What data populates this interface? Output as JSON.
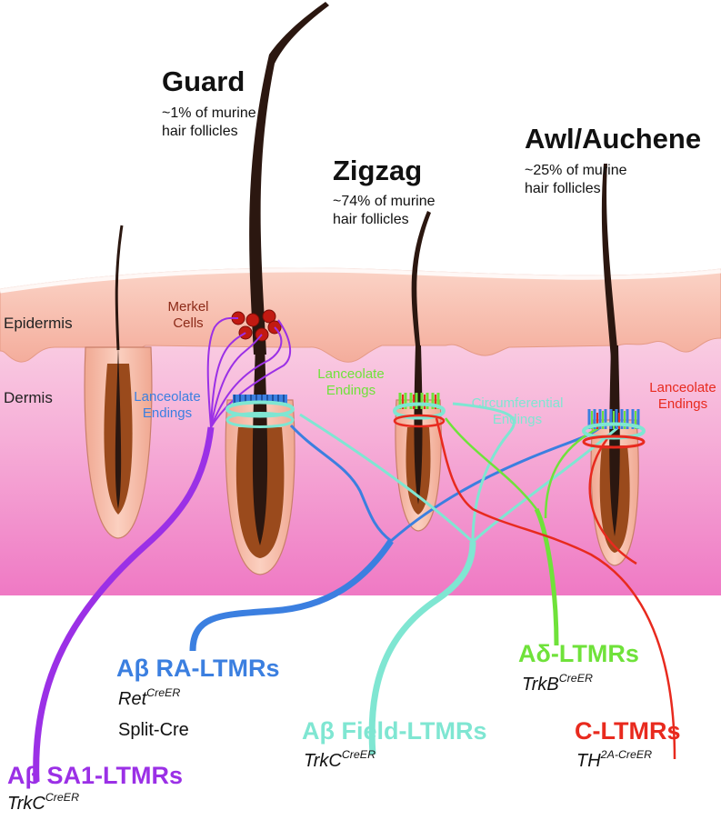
{
  "hairs": {
    "guard": {
      "name": "Guard",
      "percent": "~1% of murine hair follicles"
    },
    "zigzag": {
      "name": "Zigzag",
      "percent": "~74% of murine hair follicles"
    },
    "awl": {
      "name": "Awl/Auchene",
      "percent": "~25% of murine hair follicles"
    }
  },
  "layers": {
    "epidermis": "Epidermis",
    "dermis": "Dermis"
  },
  "annotations": {
    "merkel": "Merkel Cells",
    "lanceolate_blue": "Lanceolate Endings",
    "lanceolate_green": "Lanceolate Endings",
    "circumferential": "Circumferential Endings",
    "lanceolate_red": "Lanceolate Endings"
  },
  "neurons": {
    "sa1": {
      "name": "Aβ SA1-LTMRs",
      "gene": "TrkC",
      "sup": "CreER",
      "color": "#9b30e6"
    },
    "ra": {
      "name": "Aβ RA-LTMRs",
      "gene": "Ret",
      "sup": "CreER",
      "extra": "Split-Cre",
      "color": "#3b7fe0"
    },
    "field": {
      "name": "Aβ Field-LTMRs",
      "gene": "TrkC",
      "sup": "CreER",
      "color": "#7fe6d2"
    },
    "delta": {
      "name": "Aδ-LTMRs",
      "gene": "TrkB",
      "sup": "CreER",
      "color": "#6fe23a"
    },
    "c": {
      "name": "C-LTMRs",
      "gene": "TH",
      "sup": "2A-CreER",
      "color": "#e82a1e"
    }
  },
  "colors": {
    "epidermis": "#f6b6a6",
    "dermis_top": "#f9d0e2",
    "dermis_bottom": "#f07cc6",
    "hair_shaft": "#2b1710",
    "follicle_outer": "#f7bba8",
    "follicle_inner": "#9a4a1c",
    "merkel_cell": "#c21a12"
  }
}
